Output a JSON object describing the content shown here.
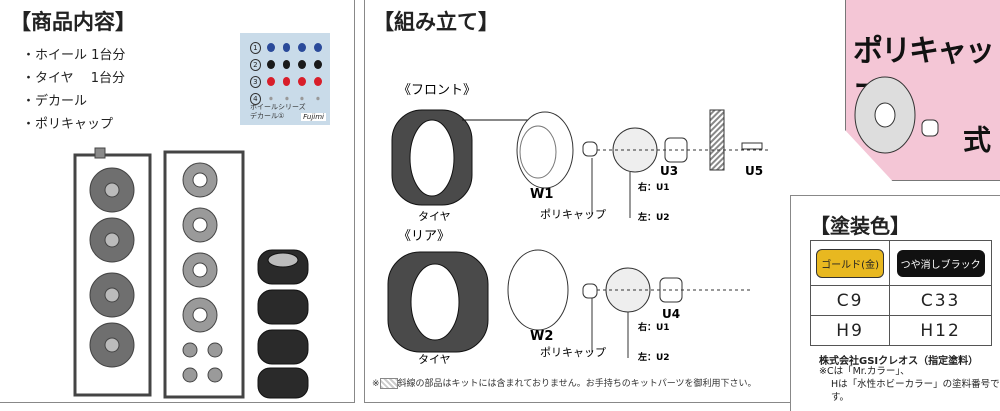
{
  "contents": {
    "title": "【商品内容】",
    "items": [
      "・ホイール 1台分",
      "・タイヤ　 1台分",
      "・デカール",
      "・ポリキャップ"
    ],
    "decal": {
      "rows": [
        "1",
        "2",
        "3",
        "4"
      ],
      "caption1": "ホイールシリーズ",
      "caption2": "デカール①",
      "logo": "Fujimi",
      "colors": [
        "#2a4a9a",
        "#1a1a1a",
        "#d81e2a",
        "#888888"
      ]
    }
  },
  "assembly": {
    "title": "【組み立て】",
    "front": {
      "label": "《フロント》",
      "tire": "タイヤ",
      "wheel": "W1",
      "polycap": "ポリキャップ",
      "u3": "U3",
      "u5": "U5",
      "right": "右：U1",
      "left": "左：U2"
    },
    "rear": {
      "label": "《リア》",
      "tire": "タイヤ",
      "wheel": "W2",
      "polycap": "ポリキャップ",
      "u4": "U4",
      "right": "右：U1",
      "left": "左：U2"
    },
    "footnote": "斜線の部品はキットには含まれておりません。お手持ちのキットパーツを御利用下さい。",
    "footnote_prefix": "※"
  },
  "polycap_badge": {
    "line1": "ポリキャップ",
    "line2": "式"
  },
  "paint": {
    "title": "【塗装色】",
    "gold": {
      "label": "ゴールド(金)",
      "c": "C9",
      "h": "H9",
      "color": "#e8b820"
    },
    "black": {
      "label": "つや消しブラック",
      "c": "C33",
      "h": "H12",
      "color": "#111111"
    },
    "maker": "株式会社GSIクレオス（指定塗料）",
    "note1": "※Cは「Mr.カラー」、",
    "note2": "Hは「水性ホビーカラー」の塗料番号です。"
  }
}
